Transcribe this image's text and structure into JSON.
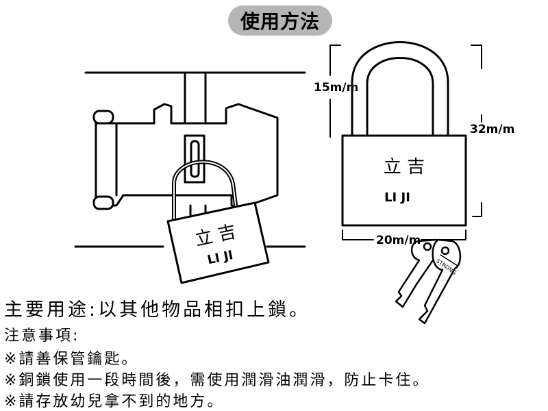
{
  "title": "使用方法",
  "left_lock": {
    "brand_cn": "立 吉",
    "brand_en": "LI JI"
  },
  "right_lock": {
    "brand_cn": "立 吉",
    "brand_en": "LI JI",
    "dim_shackle": "15m/m",
    "dim_height": "32m/m",
    "dim_width": "20m/m"
  },
  "key_text": "STRONG",
  "notes": {
    "main": "主要用途:以其他物品相扣上鎖。",
    "heading": "注意事項:",
    "items": [
      "※請善保管鑰匙。",
      "※銅鎖使用一段時間後，需使用潤滑油潤滑，防止卡住。",
      "※請存放幼兒拿不到的地方。"
    ]
  }
}
